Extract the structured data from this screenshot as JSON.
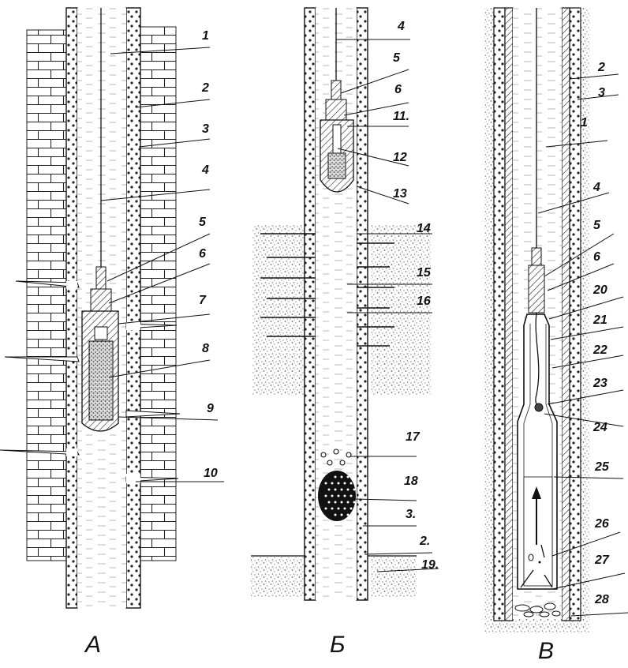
{
  "panels": [
    {
      "id": "A",
      "caption": "А"
    },
    {
      "id": "B",
      "caption": "Б"
    },
    {
      "id": "V",
      "caption": "В"
    }
  ],
  "labels": {
    "A": [
      "1",
      "2",
      "3",
      "4",
      "5",
      "6",
      "7",
      "8",
      "9",
      "10"
    ],
    "B": [
      "4",
      "5",
      "6",
      "11.",
      "12",
      "13",
      "14",
      "15",
      "16",
      "17",
      "18",
      "3.",
      "2.",
      "19."
    ],
    "V": [
      "2",
      "3",
      "1",
      "4",
      "5",
      "6",
      "20",
      "21",
      "22",
      "23",
      "24",
      "25",
      "26",
      "27",
      "28"
    ]
  },
  "colors": {
    "ink": "#111111",
    "fluid": "#9a9a9a",
    "rock": "#666666",
    "background": "#ffffff"
  }
}
